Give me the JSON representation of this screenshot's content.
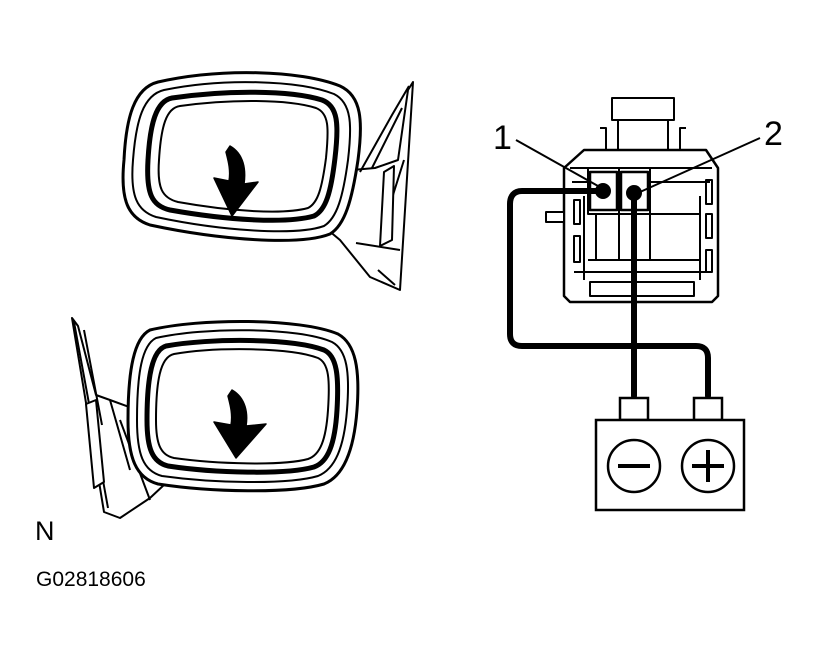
{
  "labels": {
    "terminal_1": "1",
    "terminal_2": "2",
    "view_code": "N",
    "figure_code": "G02818606"
  },
  "colors": {
    "line": "#000000",
    "background": "#ffffff",
    "mirror_fill": "#ffffff"
  },
  "icons": {
    "battery_negative": "minus-icon",
    "battery_positive": "plus-icon",
    "mirror_motion": "curved-arrow-down-icon"
  }
}
